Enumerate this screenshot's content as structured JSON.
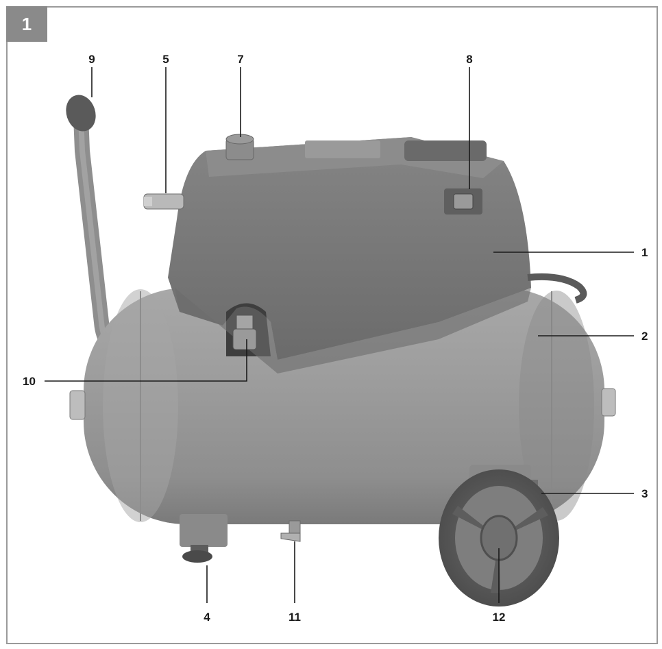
{
  "figure": {
    "number": "1"
  },
  "callouts": {
    "c1": "1",
    "c2": "2",
    "c3": "3",
    "c4": "4",
    "c5": "5",
    "c7": "7",
    "c8": "8",
    "c9": "9",
    "c10": "10",
    "c11": "11",
    "c12": "12"
  },
  "colors": {
    "frame": "#9a9a9a",
    "badge": "#8a8a8a",
    "tank": "#9d9d9d",
    "housing": "#7a7a7a",
    "rubber": "#5a5a5a"
  }
}
